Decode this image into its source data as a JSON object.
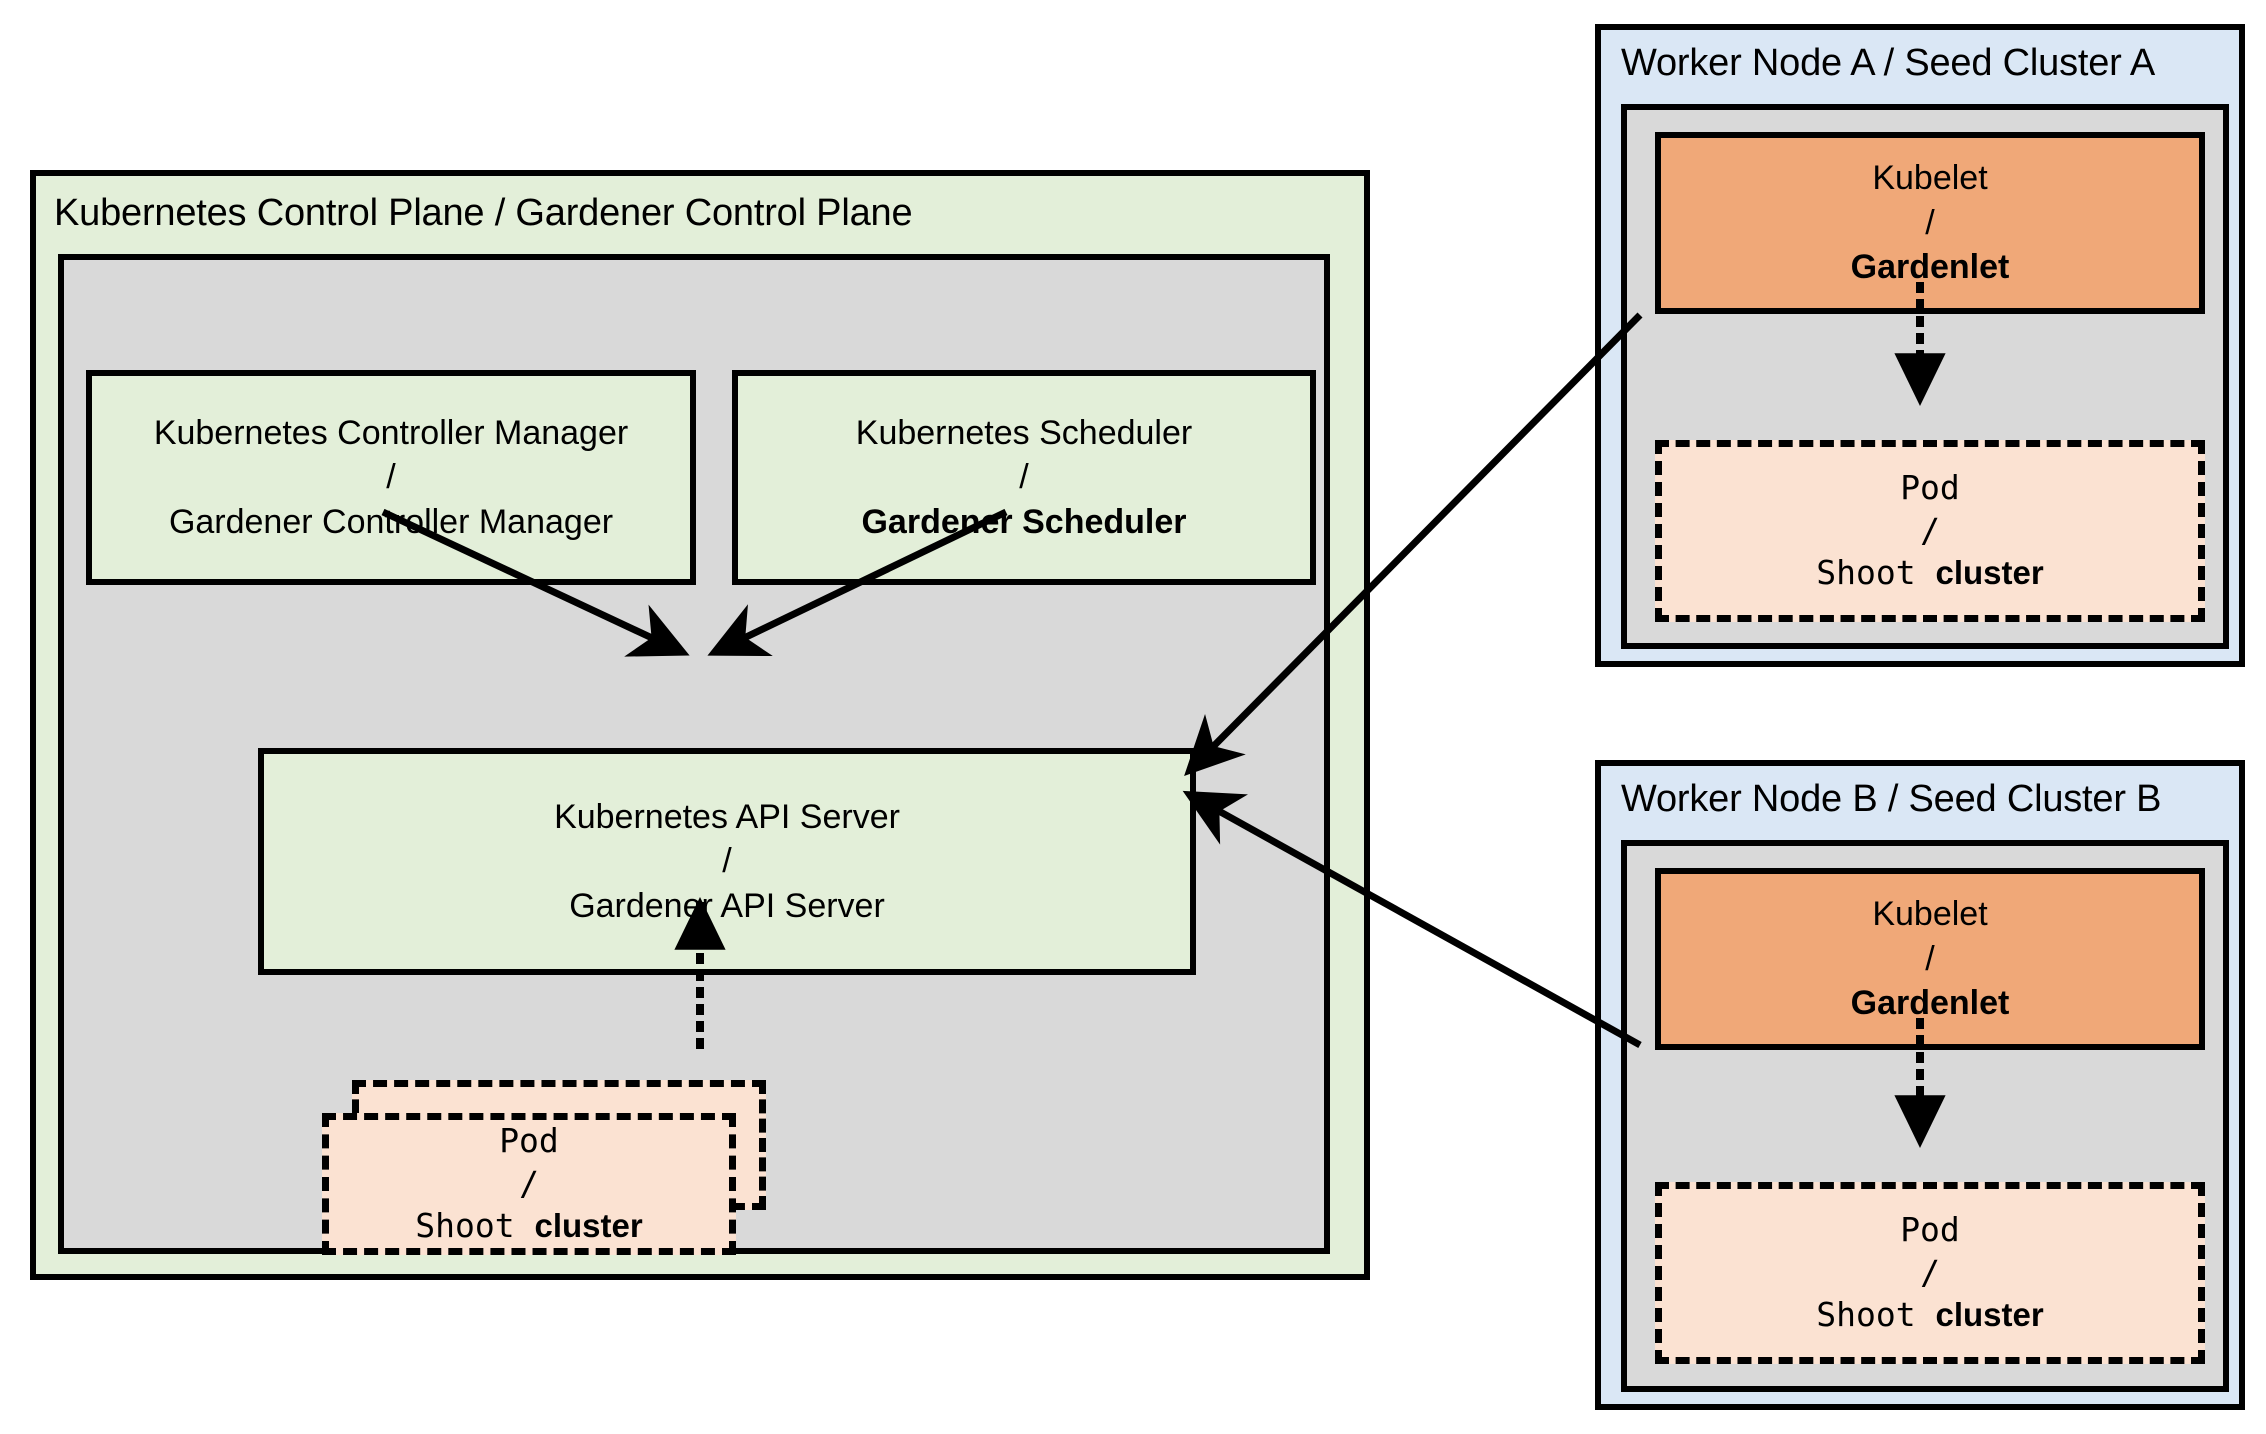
{
  "diagram": {
    "title_left": "Kubernetes Control Plane / Gardener Control Plane",
    "colors": {
      "control_plane_fill": "#E3EFD9",
      "inner_gray_fill": "#D9D9D9",
      "seed_fill": "#DAE7F5",
      "kubelet_fill": "#F0A878",
      "pod_fill": "#FBE2D2",
      "stroke": "#000000"
    }
  },
  "control_plane": {
    "title": "Kubernetes Control Plane / Gardener Control Plane",
    "controller_manager": {
      "line1": "Kubernetes Controller Manager",
      "separator": "/",
      "line2": "Gardener Controller Manager",
      "line2_bold": false
    },
    "scheduler": {
      "line1": "Kubernetes Scheduler",
      "separator": "/",
      "line2": "Gardener Scheduler",
      "line2_bold": true
    },
    "api_server": {
      "line1": "Kubernetes API Server",
      "separator": "/",
      "line2": "Gardener API Server",
      "line2_bold": false
    },
    "pod": {
      "line1": "Pod",
      "separator": "/",
      "line2_mono": "Shoot ",
      "line2_bold": "cluster"
    }
  },
  "seed_clusters": [
    {
      "title": "Worker Node A / Seed Cluster A",
      "kubelet": {
        "line1": "Kubelet",
        "separator": "/",
        "line2": "Gardenlet",
        "line2_bold": true
      },
      "pod": {
        "line1": "Pod",
        "separator": "/",
        "line2_mono": "Shoot ",
        "line2_bold": "cluster"
      }
    },
    {
      "title": "Worker Node B / Seed Cluster B",
      "kubelet": {
        "line1": "Kubelet",
        "separator": "/",
        "line2": "Gardenlet",
        "line2_bold": true
      },
      "pod": {
        "line1": "Pod",
        "separator": "/",
        "line2_mono": "Shoot ",
        "line2_bold": "cluster"
      }
    }
  ],
  "connections": [
    {
      "name": "controller-manager-to-api-server",
      "style": "solid-arrow"
    },
    {
      "name": "scheduler-to-api-server",
      "style": "solid-arrow"
    },
    {
      "name": "pod-to-api-server",
      "style": "dotted-arrow"
    },
    {
      "name": "gardenlet-a-to-api-server",
      "style": "solid-arrow"
    },
    {
      "name": "gardenlet-b-to-api-server",
      "style": "solid-arrow"
    },
    {
      "name": "gardenlet-a-to-pod-a",
      "style": "dotted-arrow"
    },
    {
      "name": "gardenlet-b-to-pod-b",
      "style": "dotted-arrow"
    }
  ]
}
